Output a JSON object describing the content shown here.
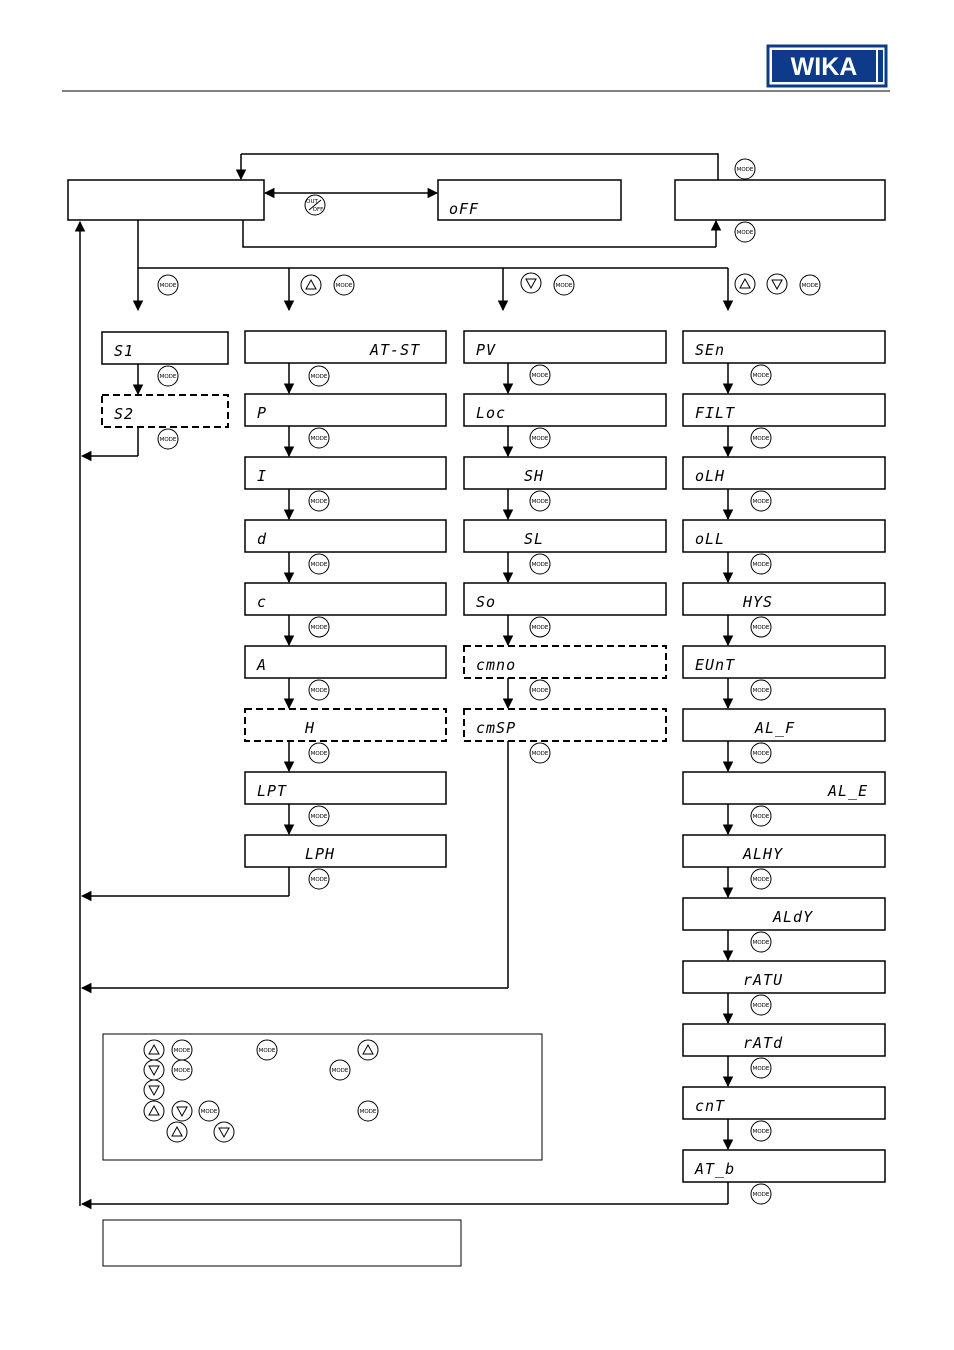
{
  "header": {
    "logo_text": "WIKA",
    "logo_color": "#0d3b8a"
  },
  "buttons": {
    "mode_label": "MODE",
    "out_label": "OUT",
    "off_label": "OFF"
  },
  "top_row": {
    "off_display": "oFF"
  },
  "group1": [
    "S1",
    "S2"
  ],
  "group2_first": "AT-ST",
  "group2": [
    "P",
    "I",
    "d",
    "c",
    "A",
    "H",
    "LPT",
    "LPH"
  ],
  "group3": [
    "PV",
    "Loc",
    "SH",
    "SL",
    "So",
    "cmno",
    "cmSP"
  ],
  "group4": [
    "SEn",
    "FILT",
    "oLH",
    "oLL",
    "HYS",
    "EUnT",
    "AL_F",
    "AL_E",
    "ALHY",
    "ALdY",
    "rATU",
    "rATd",
    "cnT",
    "AT_b"
  ]
}
